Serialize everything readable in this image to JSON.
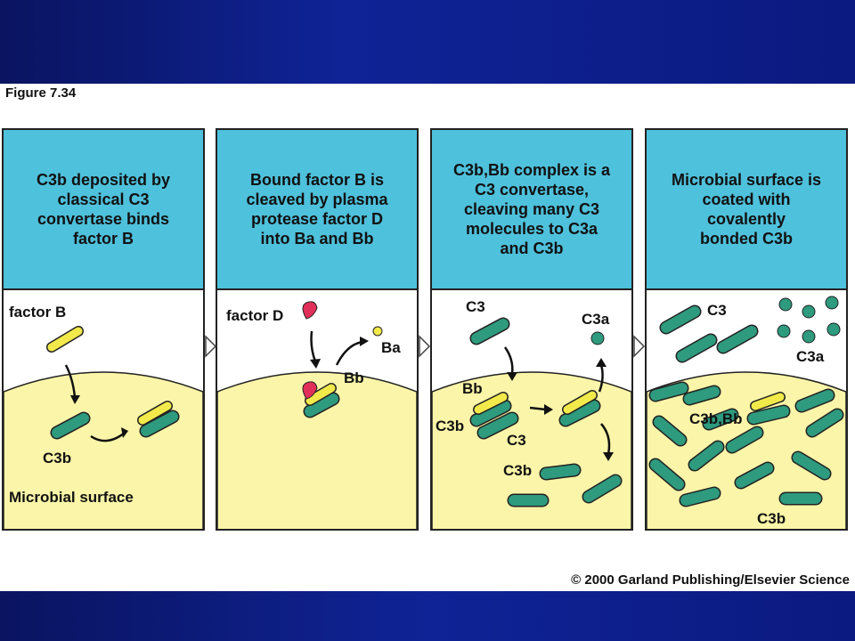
{
  "figure_label": "Figure 7.34",
  "copyright": "© 2000 Garland Publishing/Elsevier Science",
  "colors": {
    "header_bg": "#4ec1dc",
    "surface": "#faf5a8",
    "c3b": "#2e9a7e",
    "factor_b": "#f2ea4a",
    "factor_d": "#e0305a"
  },
  "panels": [
    {
      "title": "C3b deposited by\nclassical C3\nconvertase binds\nfactor B",
      "labels": {
        "factor_b": "factor B",
        "c3b": "C3b",
        "surface": "Microbial surface"
      }
    },
    {
      "title": "Bound factor B is\ncleaved by plasma\nprotease factor D\ninto Ba and Bb",
      "labels": {
        "factor_d": "factor D",
        "ba": "Ba",
        "bb": "Bb"
      }
    },
    {
      "title": "C3b,Bb complex is a\nC3 convertase,\ncleaving many C3\nmolecules to C3a\nand C3b",
      "labels": {
        "c3_top": "C3",
        "c3a": "C3a",
        "bb": "Bb",
        "c3b_left": "C3b",
        "c3_mid": "C3",
        "c3b_mid": "C3b"
      }
    },
    {
      "title": "Microbial surface is\ncoated with\ncovalently\nbonded C3b",
      "labels": {
        "c3": "C3",
        "c3a": "C3a",
        "c3bbb": "C3b,Bb",
        "c3b": "C3b"
      }
    }
  ]
}
